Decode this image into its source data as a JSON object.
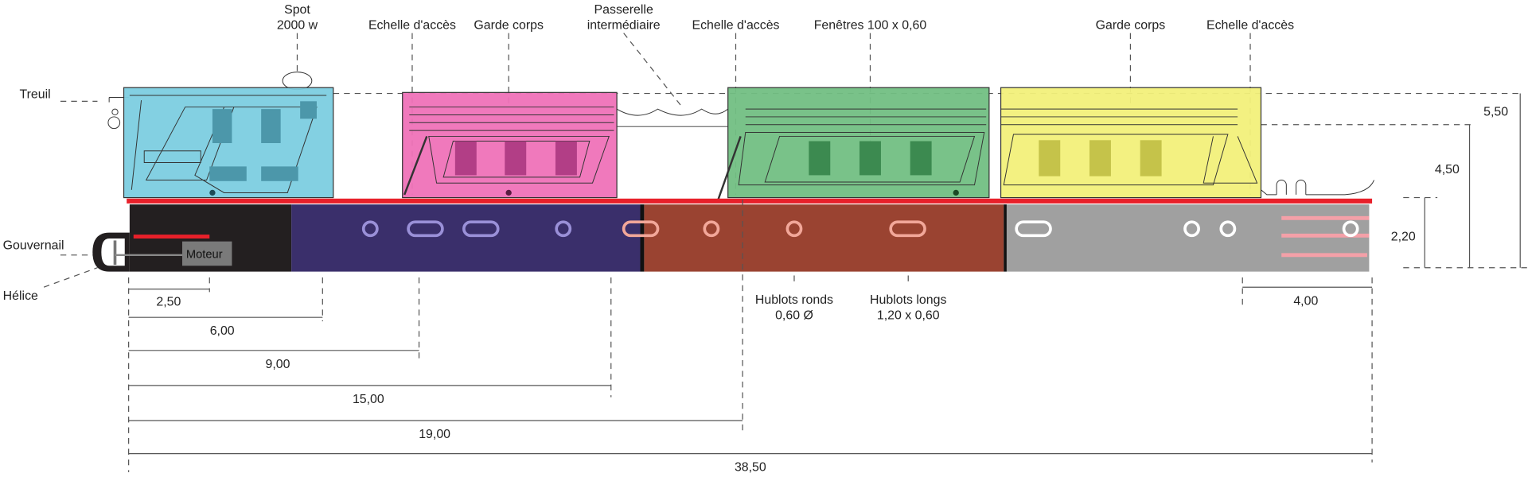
{
  "labels": {
    "spot": [
      "Spot",
      "2000 w"
    ],
    "echelle_1": "Echelle d'accès",
    "garde_corps_1": "Garde corps",
    "passerelle": [
      "Passerelle",
      "intermédiaire"
    ],
    "echelle_2": "Echelle d'accès",
    "fenetres": "Fenêtres 100 x 0,60",
    "garde_corps_2": "Garde corps",
    "echelle_3": "Echelle d'accès",
    "treuil": "Treuil",
    "gouvernail": "Gouvernail",
    "helice": "Hélice",
    "moteur": "Moteur",
    "hublots_ronds": [
      "Hublots ronds",
      "0,60 Ø"
    ],
    "hublots_longs": [
      "Hublots longs",
      "1,20 x 0,60"
    ]
  },
  "dimensions": {
    "d_2_50": "2,50",
    "d_6_00": "6,00",
    "d_9_00": "9,00",
    "d_15_00": "15,00",
    "d_19_00": "19,00",
    "d_38_50": "38,50",
    "d_4_00": "4,00",
    "h_5_50": "5,50",
    "h_4_50": "4,50",
    "h_2_20": "2,20"
  },
  "colors": {
    "cabin_cyan": "#7ccde0",
    "cabin_pink": "#ef72b8",
    "cabin_green": "#72bf83",
    "cabin_yellow": "#f2f07a",
    "hull_black": "#231f20",
    "hull_purple": "#3a2f6b",
    "hull_brown": "#9a4331",
    "hull_gray": "#a0a0a0",
    "deck_red": "#e8202a"
  }
}
